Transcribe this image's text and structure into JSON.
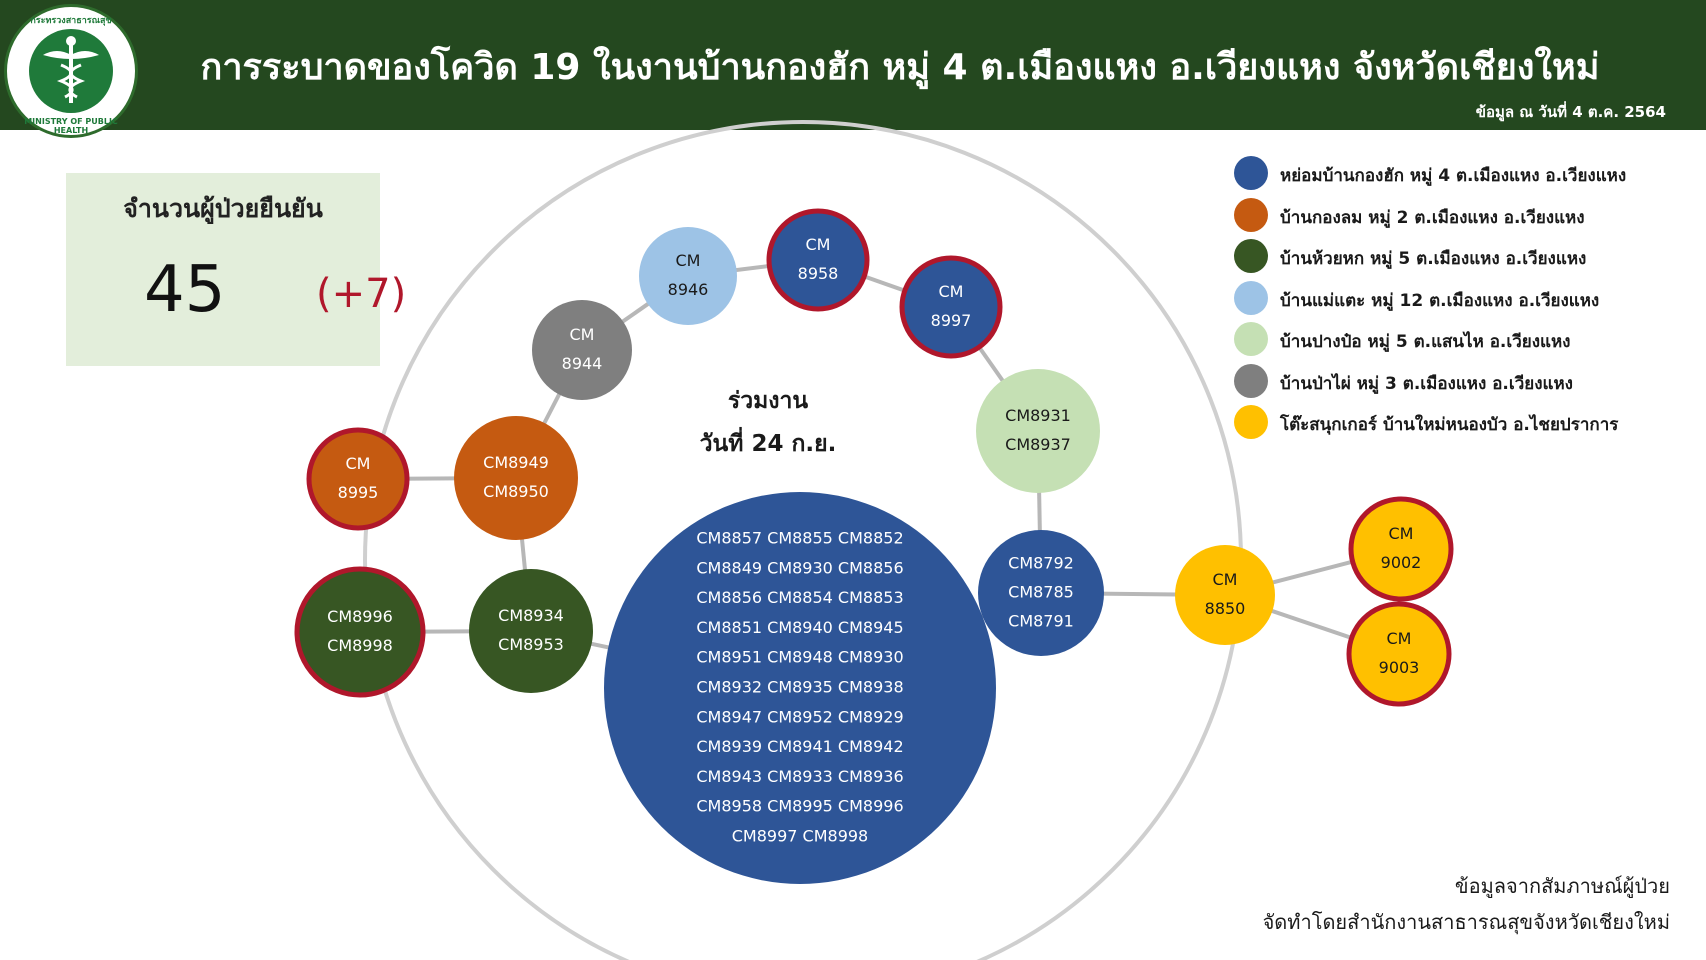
{
  "header": {
    "title": "การระบาดของโควิด 19 ในงานบ้านกองฮัก หมู่ 4 ต.เมืองแหง อ.เวียงแหง จังหวัดเชียงใหม่",
    "date_note": "ข้อมูล ณ วันที่ 4 ต.ค. 2564",
    "logo": {
      "icon": "ministry-of-public-health-seal",
      "ring_top": "กระทรวงสาธารณสุข",
      "ring_bottom": "MINISTRY OF PUBLIC HEALTH"
    }
  },
  "stats": {
    "label": "จำนวนผู้ป่วยยืนยัน",
    "value": "45",
    "delta": "(+7)"
  },
  "center": {
    "line1": "ร่วมงาน",
    "line2": "วันที่ 24 ก.ย."
  },
  "colors": {
    "header_bg": "#24481f",
    "blue": "#2e5597",
    "orange": "#c55a11",
    "green": "#375623",
    "light_blue": "#9dc3e6",
    "light_green": "#c5e0b4",
    "gray": "#7f7f7f",
    "yellow": "#ffc000",
    "red_ring": "#b0172b"
  },
  "legend": [
    {
      "label": "หย่อมบ้านกองฮัก หมู่ 4 ต.เมืองแหง อ.เวียงแหง",
      "color": "#2e5597"
    },
    {
      "label": "บ้านกองลม หมู่ 2 ต.เมืองแหง อ.เวียงแหง",
      "color": "#c55a11"
    },
    {
      "label": "บ้านห้วยหก หมู่ 5 ต.เมืองแหง อ.เวียงแหง",
      "color": "#375623"
    },
    {
      "label": "บ้านแม่แตะ หมู่ 12 ต.เมืองแหง อ.เวียงแหง",
      "color": "#9dc3e6"
    },
    {
      "label": "บ้านปางป๋อ หมู่ 5 ต.แสนไห อ.เวียงแหง",
      "color": "#c5e0b4"
    },
    {
      "label": "บ้านป่าไผ่ หมู่ 3 ต.เมืองแหง อ.เวียงแหง",
      "color": "#7f7f7f"
    },
    {
      "label": "โต๊ะสนุกเกอร์ บ้านใหม่หนองบัว อ.ไชยปราการ",
      "color": "#ffc000"
    }
  ],
  "nodes": [
    {
      "id": "big",
      "lines": [
        "CM8857 CM8855 CM8852",
        "CM8849 CM8930 CM8856",
        "CM8856 CM8854 CM8853",
        "CM8851 CM8940 CM8945",
        "CM8951 CM8948 CM8930",
        "CM8932 CM8935 CM8938",
        "CM8947 CM8952 CM8929",
        "CM8939 CM8941 CM8942",
        "CM8943 CM8933 CM8936",
        "CM8958 CM8995 CM8996",
        "CM8997 CM8998"
      ],
      "color": "#2e5597",
      "new": false
    },
    {
      "id": "n8792",
      "lines": [
        "CM8792",
        "CM8785",
        "CM8791"
      ],
      "color": "#2e5597",
      "new": false
    },
    {
      "id": "n8931",
      "lines": [
        "CM8931",
        "CM8937"
      ],
      "color": "#c5e0b4",
      "new": false
    },
    {
      "id": "n8997",
      "lines": [
        "CM",
        "8997"
      ],
      "color": "#2e5597",
      "new": true
    },
    {
      "id": "n8958",
      "lines": [
        "CM",
        "8958"
      ],
      "color": "#2e5597",
      "new": true
    },
    {
      "id": "n8946",
      "lines": [
        "CM",
        "8946"
      ],
      "color": "#9dc3e6",
      "new": false
    },
    {
      "id": "n8944",
      "lines": [
        "CM",
        "8944"
      ],
      "color": "#7f7f7f",
      "new": false
    },
    {
      "id": "n8949",
      "lines": [
        "CM8949",
        "CM8950"
      ],
      "color": "#c55a11",
      "new": false
    },
    {
      "id": "n8995",
      "lines": [
        "CM",
        "8995"
      ],
      "color": "#c55a11",
      "new": true
    },
    {
      "id": "n8934",
      "lines": [
        "CM8934",
        "CM8953"
      ],
      "color": "#375623",
      "new": false
    },
    {
      "id": "n8996",
      "lines": [
        "CM8996",
        "CM8998"
      ],
      "color": "#375623",
      "new": true
    },
    {
      "id": "n8850",
      "lines": [
        "CM",
        "8850"
      ],
      "color": "#ffc000",
      "new": false
    },
    {
      "id": "n9002",
      "lines": [
        "CM",
        "9002"
      ],
      "color": "#ffc000",
      "new": true
    },
    {
      "id": "n9003",
      "lines": [
        "CM",
        "9003"
      ],
      "color": "#ffc000",
      "new": true
    }
  ],
  "edges": [
    [
      "big",
      "n8792"
    ],
    [
      "n8792",
      "n8931"
    ],
    [
      "n8931",
      "n8997"
    ],
    [
      "n8997",
      "n8958"
    ],
    [
      "n8958",
      "n8946"
    ],
    [
      "n8946",
      "n8944"
    ],
    [
      "n8944",
      "n8949"
    ],
    [
      "n8949",
      "n8995"
    ],
    [
      "n8949",
      "n8934"
    ],
    [
      "n8934",
      "n8996"
    ],
    [
      "n8934",
      "big"
    ],
    [
      "n8792",
      "n8850"
    ],
    [
      "n8850",
      "n9002"
    ],
    [
      "n8850",
      "n9003"
    ]
  ],
  "footer": {
    "line1": "ข้อมูลจากสัมภาษณ์ผู้ป่วย",
    "line2": "จัดทำโดยสำนักงานสาธารณสุขจังหวัดเชียงใหม่"
  }
}
